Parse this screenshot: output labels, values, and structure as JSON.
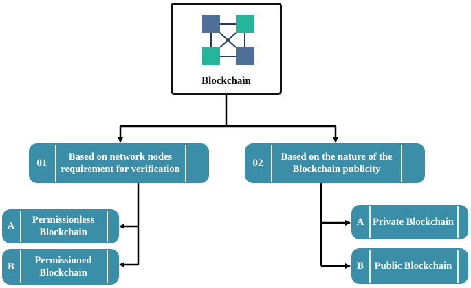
{
  "diagram": {
    "root": {
      "label": "Blockchain",
      "icon": "blockchain-network-icon"
    },
    "categories": [
      {
        "number": "01",
        "label": "Based on network nodes requirement for verification",
        "children": [
          {
            "letter": "A",
            "label": "Permissionless Blockchain"
          },
          {
            "letter": "B",
            "label": "Permissioned Blockchain"
          }
        ]
      },
      {
        "number": "02",
        "label": "Based on the nature of the Blockchain publicity",
        "children": [
          {
            "letter": "A",
            "label": "Private Blockchain"
          },
          {
            "letter": "B",
            "label": "Public Blockchain"
          }
        ]
      }
    ],
    "colors": {
      "node_fill": "#3a8ea8",
      "node_divider": "#f4ecc9",
      "icon_slate": "#4f6f98",
      "icon_teal": "#25b59b",
      "connector": "#000000"
    }
  }
}
